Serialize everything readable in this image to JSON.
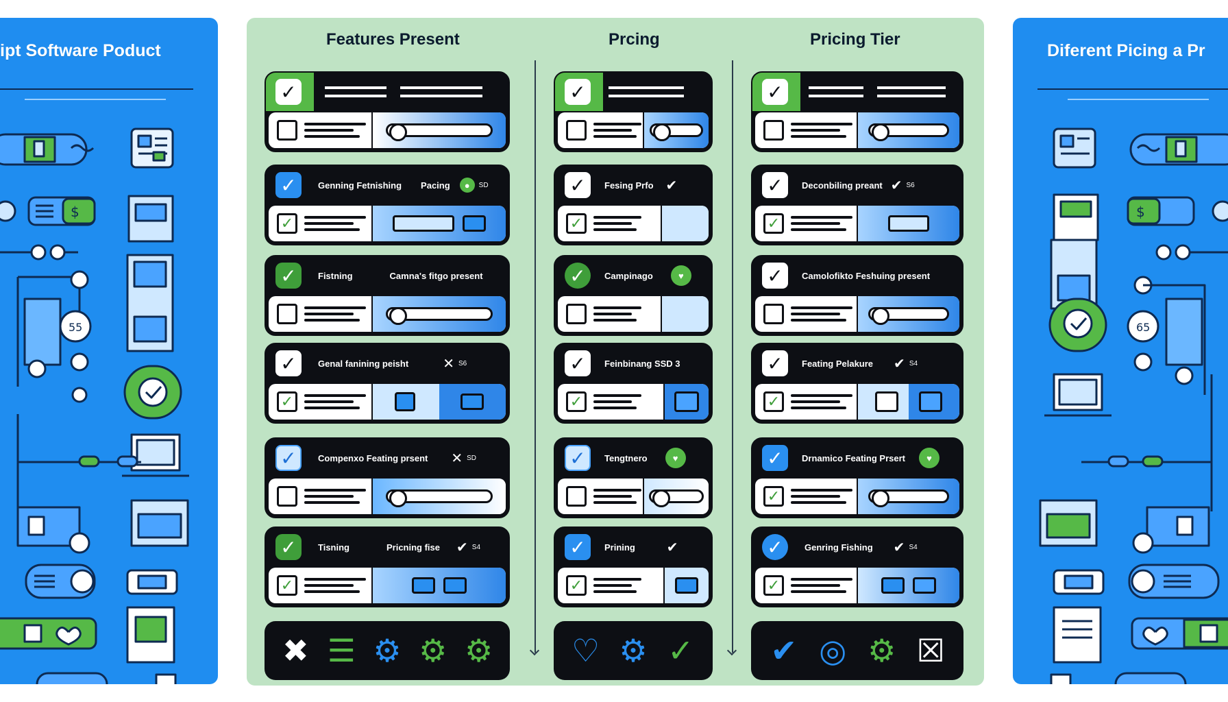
{
  "left_panel": {
    "title": "ipt Software Poduct"
  },
  "right_panel": {
    "title": "Diferent Picing a Pr"
  },
  "columns": [
    {
      "title": "Features Present",
      "rows": [
        {
          "text": "Genning Fetnishing",
          "extra": "Pacing",
          "value": "SD"
        },
        {
          "text": "Fistning",
          "extra": "Camna's fitgo present",
          "value": ""
        },
        {
          "text": "Genal fanining peisht",
          "extra": "",
          "value": "S6"
        },
        {
          "text": "Compenxo Feating prsent",
          "extra": "",
          "value": "SD"
        },
        {
          "text": "Tisning",
          "extra": "Pricning fise",
          "value": "S4"
        }
      ]
    },
    {
      "title": "Prcing",
      "rows": [
        {
          "text": "Fesing Prfo",
          "extra": "",
          "value": ""
        },
        {
          "text": "Campinago",
          "extra": "",
          "value": ""
        },
        {
          "text": "Feinbinang SSD 3",
          "extra": "",
          "value": ""
        },
        {
          "text": "Tengtnero",
          "extra": "",
          "value": ""
        },
        {
          "text": "Prining",
          "extra": "",
          "value": ""
        }
      ]
    },
    {
      "title": "Pricing Tier",
      "rows": [
        {
          "text": "Deconbiling preant",
          "extra": "",
          "value": "S6"
        },
        {
          "text": "Camolofikto Feshuing present",
          "extra": "",
          "value": ""
        },
        {
          "text": "Feating Pelakure",
          "extra": "",
          "value": "S4"
        },
        {
          "text": "Drnamico Feating Prsert",
          "extra": "",
          "value": ""
        },
        {
          "text": "Genring Fishing",
          "extra": "",
          "value": "S4"
        }
      ]
    }
  ],
  "side_numbers": {
    "left": "55",
    "right": "65"
  },
  "colors": {
    "blue": "#1f8df0",
    "green": "#56b947",
    "dark": "#0d0f14",
    "mint": "#bfe3c4"
  }
}
